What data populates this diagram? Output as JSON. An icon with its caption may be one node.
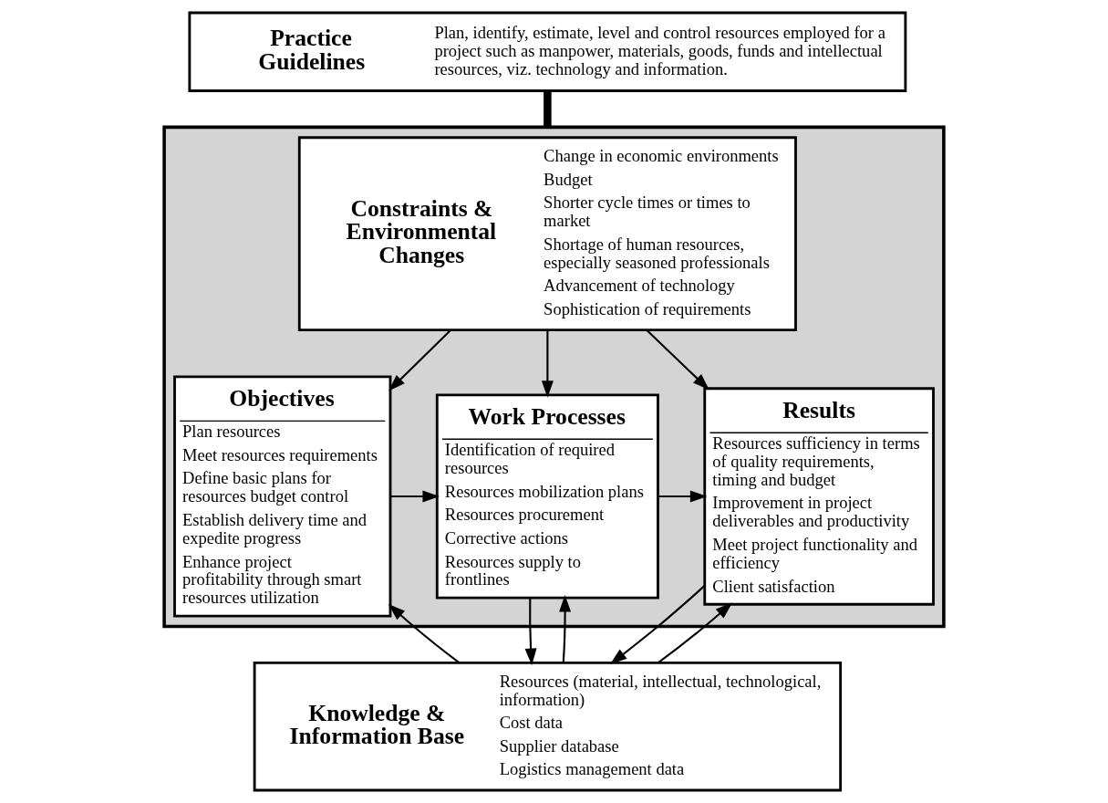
{
  "diagram": {
    "nodes": [
      {
        "text": [
          "Practice Guidelines",
          "Plan, identify, estimate, level and control resources employed for a project such as manpower, materials, goods, funds and intellectual resources, viz. technology and information."
        ]
      },
      {
        "text": [],
        "shape": "box"
      },
      {
        "text": [
          "Constraints & Environmental Changes",
          "Change in economic environments",
          "Budget",
          "Shorter cycle times or times to market",
          "Shortage of human resources, especially seasoned professionals",
          "Advancement of technology",
          "Sophistication of requirements"
        ],
        "in": 1
      },
      {
        "text": [
          "Objectives",
          "Plan resources",
          "Meet resources requirements",
          "Define basic plans for resources budget control",
          "Establish delivery time and expedite progress",
          "Enhance project profitability through smart resources utilization"
        ],
        "in": 1
      },
      {
        "text": [
          "Work Processes",
          "Identification of required resources",
          "Resources mobilization plans",
          "Resources procurement",
          "Corrective actions",
          "Resources supply to frontlines"
        ],
        "in": 1
      },
      {
        "text": [
          "Results",
          "Resources sufficiency in terms of quality requirements, timing and budget",
          "Improvement in project deliverables and productivity",
          "Meet project functionality and efficiency",
          "Client satisfaction"
        ],
        "in": 1
      },
      {
        "text": [
          "Knowledge & Information Base",
          "Resources (material, intellectual, technological, information)",
          "Cost data",
          "Supplier database",
          "Logistics management data"
        ]
      }
    ],
    "edges": [
      {
        "from": 0,
        "to": 1,
        "arrow": "none",
        "style": "thick"
      },
      {
        "from": 2,
        "to": 3,
        "arrow": "to"
      },
      {
        "from": 2,
        "to": 4,
        "arrow": "to"
      },
      {
        "from": 2,
        "to": 5,
        "arrow": "to"
      },
      {
        "from": 3,
        "to": 4,
        "arrow": "to"
      },
      {
        "from": 4,
        "to": 5,
        "arrow": "to"
      },
      {
        "from": 6,
        "to": 3,
        "arrow": "to"
      },
      {
        "from": 6,
        "to": 4,
        "arrow": "to"
      },
      {
        "from": 4,
        "to": 6,
        "arrow": "to"
      },
      {
        "from": 6,
        "to": 5,
        "arrow": "to"
      },
      {
        "from": 5,
        "to": 6,
        "arrow": "to"
      }
    ]
  }
}
